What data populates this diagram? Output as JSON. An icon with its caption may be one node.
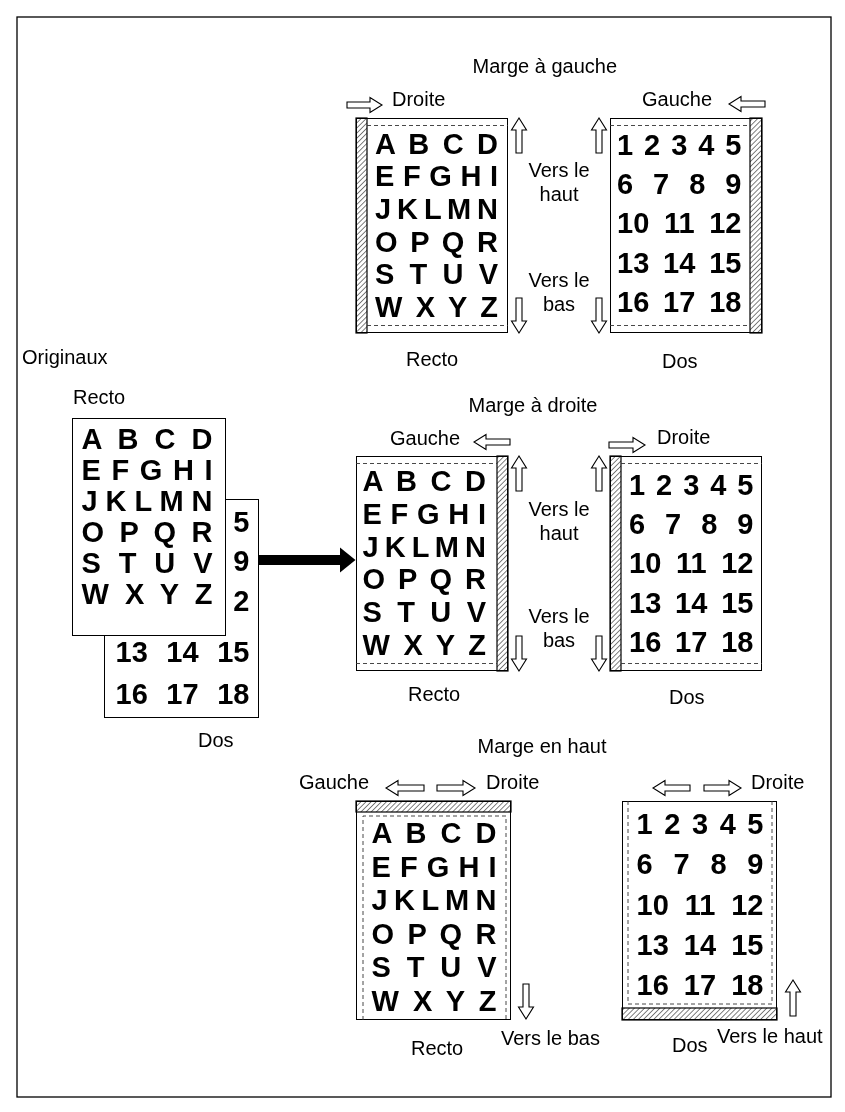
{
  "diagram": {
    "nodes": [
      {
        "text": [
          "A B C D",
          "E F G H I",
          "J K L M N",
          "O P Q R",
          "S T U V",
          "W X Y Z"
        ],
        "beside": [
          "Recto"
        ]
      },
      {
        "text": [
          "5",
          "9",
          "2",
          "13 14 15",
          "16 17 18"
        ],
        "beside": [
          "Dos"
        ]
      },
      {
        "text": [
          "A B C D",
          "E F G H I",
          "J K L M N",
          "O P Q R",
          "S T U V",
          "W X Y Z"
        ],
        "beside": [
          "Recto"
        ]
      },
      {
        "text": [
          "1 2 3 4 5",
          "6 7 8 9",
          "10 11 12",
          "13 14 15",
          "16 17 18"
        ],
        "beside": [
          "Dos"
        ]
      },
      {
        "text": [
          "A B C D",
          "E F G H I",
          "J K L M N",
          "O P Q R",
          "S T U V",
          "W X Y Z"
        ],
        "beside": [
          "Recto"
        ]
      },
      {
        "text": [
          "1 2 3 4 5",
          "6 7 8 9",
          "10 11 12",
          "13 14 15",
          "16 17 18"
        ],
        "beside": [
          "Dos"
        ]
      },
      {
        "text": [
          "A B C D",
          "E F G H I",
          "J K L M N",
          "O P Q R",
          "S T U V",
          "W X Y Z"
        ],
        "beside": [
          "Recto"
        ]
      },
      {
        "text": [
          "1 2 3 4 5",
          "6 7 8 9",
          "10 11 12",
          "13 14 15",
          "16 17 18"
        ],
        "beside": [
          "Dos"
        ]
      }
    ],
    "edges": [
      {
        "from": 1,
        "to": 4,
        "arrow": "to"
      }
    ],
    "labels": [
      "Marge à gauche",
      "Droite",
      "Gauche",
      "Vers le haut",
      "Vers le bas",
      "Originaux",
      "Marge à droite",
      "Gauche",
      "Droite",
      "Vers le haut",
      "Vers le bas",
      "Marge en haut",
      "Gauche",
      "Droite",
      "Droite",
      "Vers le bas",
      "Vers le haut"
    ]
  }
}
